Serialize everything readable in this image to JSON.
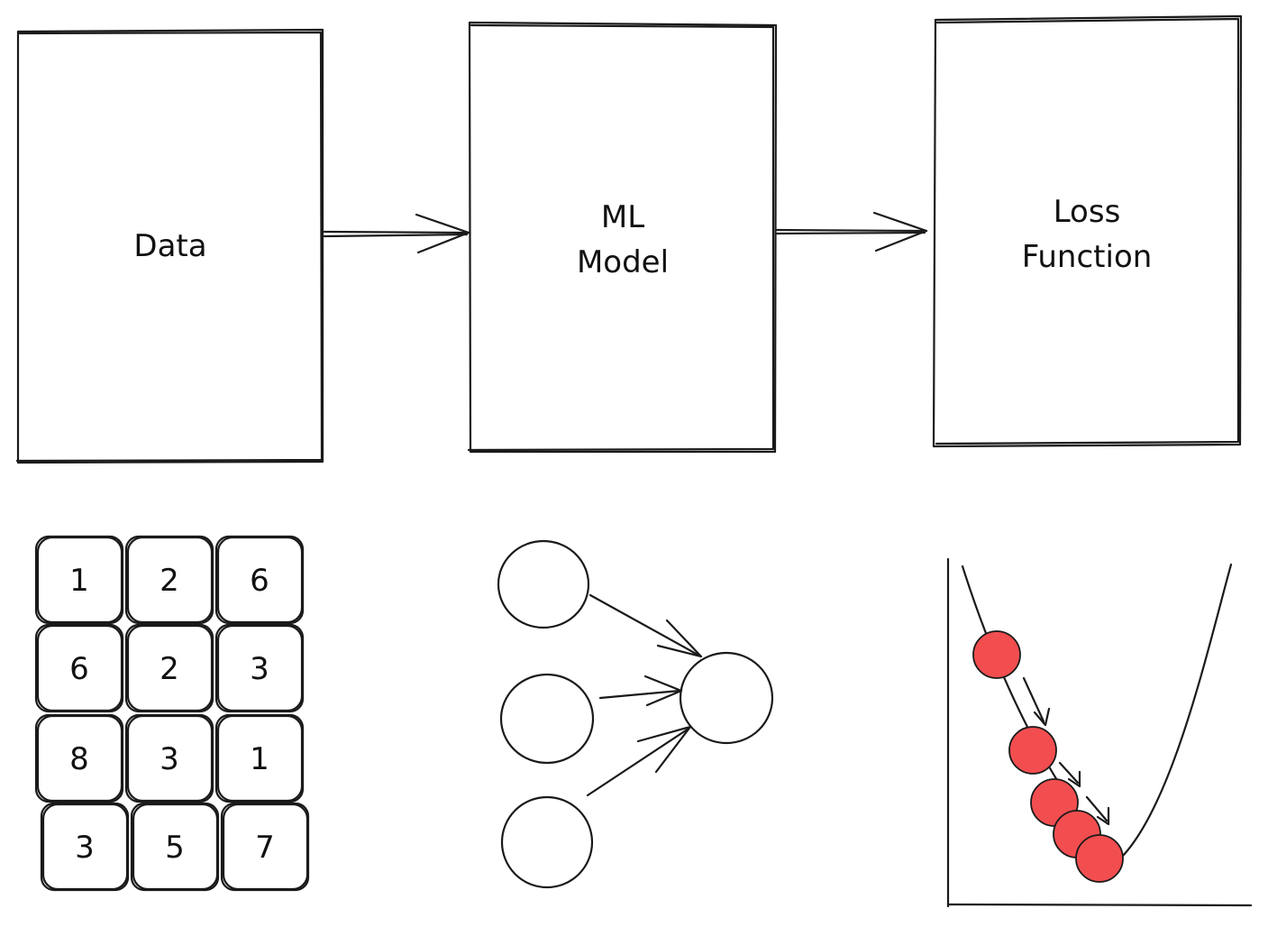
{
  "boxes": [
    {
      "id": "data",
      "lines": [
        "Data"
      ]
    },
    {
      "id": "model",
      "lines": [
        "ML",
        "Model"
      ]
    },
    {
      "id": "loss",
      "lines": [
        "Loss",
        "Function"
      ]
    }
  ],
  "grid": {
    "rows": [
      [
        "1",
        "2",
        "6"
      ],
      [
        "6",
        "2",
        "3"
      ],
      [
        "8",
        "3",
        "1"
      ],
      [
        "3",
        "5",
        "7"
      ]
    ]
  },
  "network": {
    "input_nodes": 3,
    "output_nodes": 1
  },
  "loss_plot": {
    "balls": 5,
    "ball_color": "#f24e50"
  }
}
